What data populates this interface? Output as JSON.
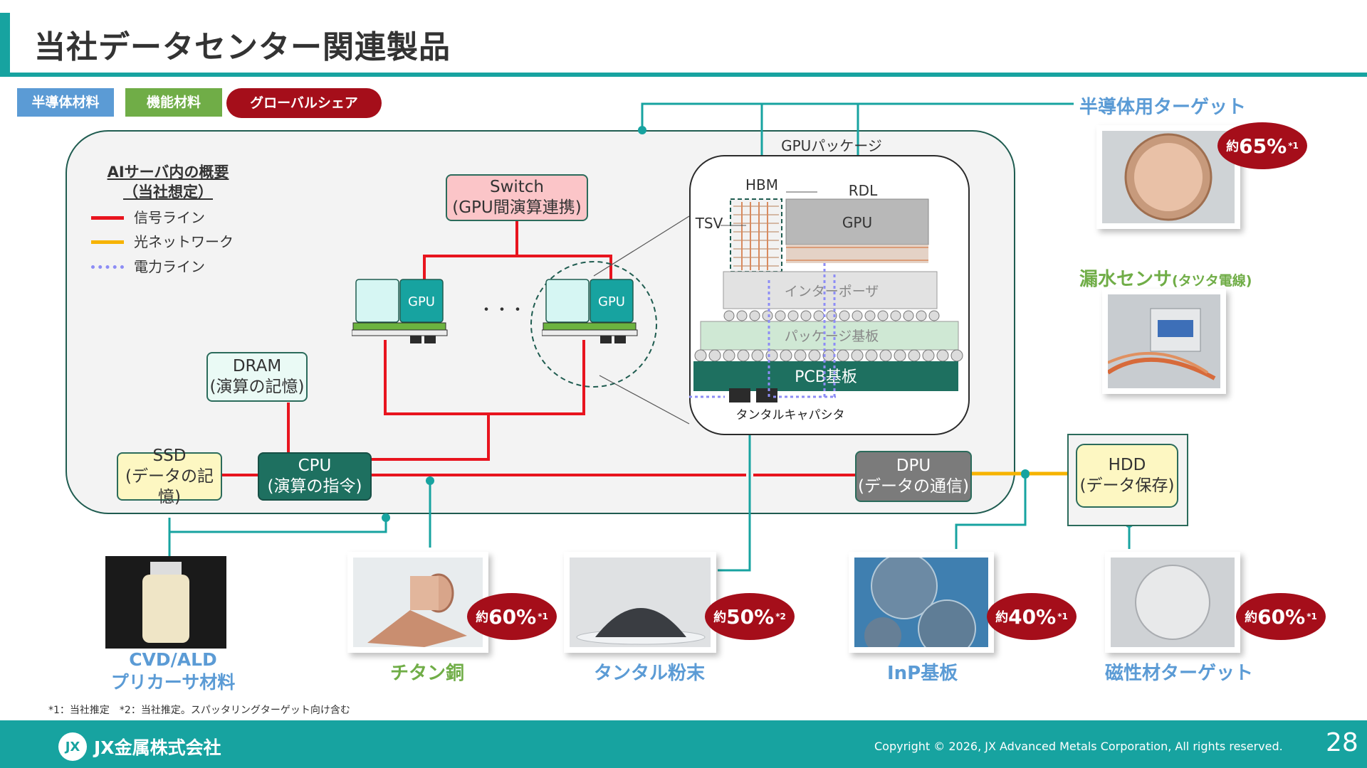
{
  "title": "当社データセンター関連製品",
  "tags": {
    "semiconductor": "半導体材料",
    "functional": "機能材料",
    "global_share": "グローバルシェア"
  },
  "legend": {
    "title_line1": "AIサーバ内の概要",
    "title_line2": "（当社想定）",
    "signal": "信号ライン",
    "optical": "光ネットワーク",
    "power": "電力ライン"
  },
  "server": {
    "switch_line1": "Switch",
    "switch_line2": "(GPU間演算連携)",
    "gpu_label": "GPU",
    "ellipsis": "・・・",
    "dram_line1": "DRAM",
    "dram_line2": "(演算の記憶)",
    "ssd_line1": "SSD",
    "ssd_line2": "(データの記憶)",
    "cpu_line1": "CPU",
    "cpu_line2": "(演算の指令)",
    "dpu_line1": "DPU",
    "dpu_line2": "(データの通信)",
    "hdd_line1": "HDD",
    "hdd_line2": "(データ保存)"
  },
  "package": {
    "title": "GPUパッケージ",
    "hbm": "HBM",
    "rdl": "RDL",
    "tsv": "TSV",
    "gpu": "GPU",
    "interposer": "インターポーザ",
    "substrate": "パッケージ基板",
    "pcb": "PCB基板",
    "capacitor": "タンタルキャパシタ"
  },
  "products": {
    "target": {
      "name": "半導体用ターゲット",
      "prefix": "約",
      "share": "65%",
      "note": "*1"
    },
    "leak": {
      "name": "漏水センサ",
      "sub": "(タツタ電線)"
    },
    "cvd": {
      "name_line1": "CVD/ALD",
      "name_line2": "プリカーサ材料"
    },
    "titanium": {
      "name": "チタン銅",
      "prefix": "約",
      "share": "60%",
      "note": "*1"
    },
    "tantalum": {
      "name": "タンタル粉末",
      "prefix": "約",
      "share": "50%",
      "note": "*2"
    },
    "inp": {
      "name": "InP基板",
      "prefix": "約",
      "share": "40%",
      "note": "*1"
    },
    "magnetic": {
      "name": "磁性材ターゲット",
      "prefix": "約",
      "share": "60%",
      "note": "*1"
    }
  },
  "footnote": "*1：当社推定　*2：当社推定。スパッタリングターゲット向け含む",
  "footer": {
    "logo_mark": "JX",
    "company": "JX金属株式会社",
    "copyright": "Copyright © 2026, JX Advanced Metals Corporation, All rights reserved.",
    "page": "28"
  },
  "colors": {
    "teal": "#17a3a0",
    "signal_red": "#e8141e",
    "optical_yellow": "#f6b300",
    "power_dotted": "#8d8df5",
    "share_red": "#a50e1a",
    "semi_blue": "#5b9bd5",
    "func_green": "#70ad47",
    "cpu_green": "#1e7060",
    "dpu_gray": "#7b7b7b"
  }
}
